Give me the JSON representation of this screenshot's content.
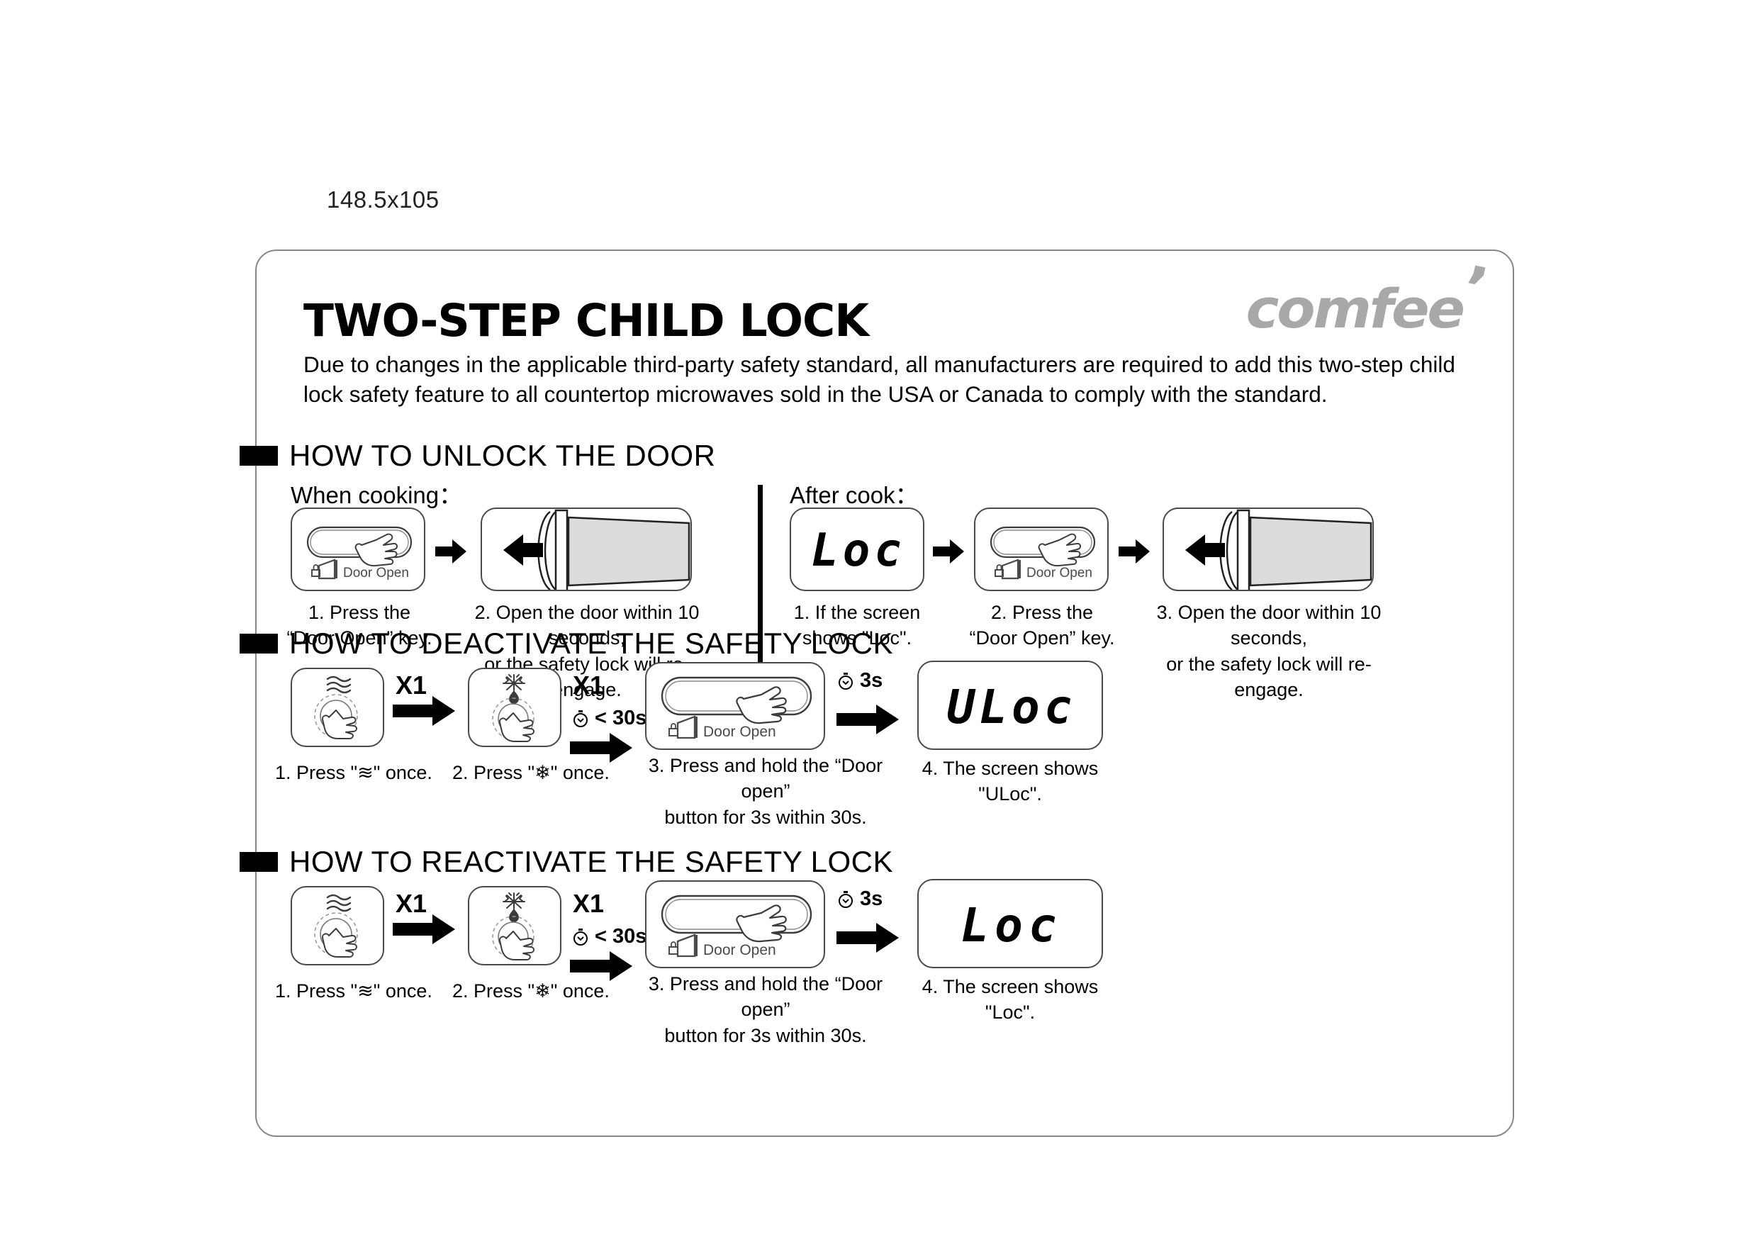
{
  "dimension_label": "148.5x105",
  "brand": {
    "name": "comfee",
    "color": "#a8a8a8"
  },
  "header": {
    "title": "TWO-STEP CHILD LOCK",
    "intro": "Due to changes in the applicable third-party safety standard, all manufacturers are required to add this two-step child lock safety feature to all countertop microwaves sold in the USA or Canada to comply with the standard."
  },
  "sections": [
    {
      "heading": "HOW TO UNLOCK THE DOOR",
      "groups": [
        {
          "subhead": "When cooking：",
          "steps": [
            {
              "panel": "door-open-key",
              "caption": "1. Press the\n“Door Open” key."
            },
            {
              "panel": "door-opening",
              "caption": "2. Open the door within 10 seconds,\nor the safety lock will re-engage."
            }
          ]
        },
        {
          "subhead": "After cook：",
          "steps": [
            {
              "panel": "display-loc",
              "display": "Loc",
              "caption": "1. If the screen\nshows \"Loc\"."
            },
            {
              "panel": "door-open-key",
              "caption": "2. Press the\n“Door Open” key."
            },
            {
              "panel": "door-opening",
              "caption": "3. Open the door within 10 seconds,\nor the safety lock will re-engage."
            }
          ]
        }
      ]
    },
    {
      "heading": "HOW TO DEACTIVATE THE SAFETY LOCK",
      "steps": [
        {
          "panel": "press-wave",
          "badge": "X1",
          "caption": "1. Press \"≋\" once."
        },
        {
          "panel": "press-defrost",
          "badge": "X1",
          "timer": "< 30s",
          "caption": "2. Press \"❄\" once."
        },
        {
          "panel": "door-open-hold",
          "timer": "3s",
          "caption": "3. Press and hold the “Door open”\nbutton for 3s within 30s."
        },
        {
          "panel": "display",
          "display": "ULoc",
          "caption": "4. The screen shows \"ULoc\"."
        }
      ]
    },
    {
      "heading": "HOW TO REACTIVATE THE SAFETY LOCK",
      "steps": [
        {
          "panel": "press-wave",
          "badge": "X1",
          "caption": "1. Press \"≋\" once."
        },
        {
          "panel": "press-defrost",
          "badge": "X1",
          "timer": "< 30s",
          "caption": "2. Press \"❄\" once."
        },
        {
          "panel": "door-open-hold",
          "timer": "3s",
          "caption": "3. Press and hold the “Door open”\nbutton for 3s within 30s."
        },
        {
          "panel": "display",
          "display": "Loc",
          "caption": "4. The screen shows \"Loc\"."
        }
      ]
    }
  ],
  "labels": {
    "door_open_key": "Door Open"
  },
  "icons": {
    "wave": "microwave-wave-icon",
    "defrost": "defrost-snowflake-icon",
    "stopwatch": "stopwatch-icon",
    "door_open": "door-open-lock-icon"
  }
}
